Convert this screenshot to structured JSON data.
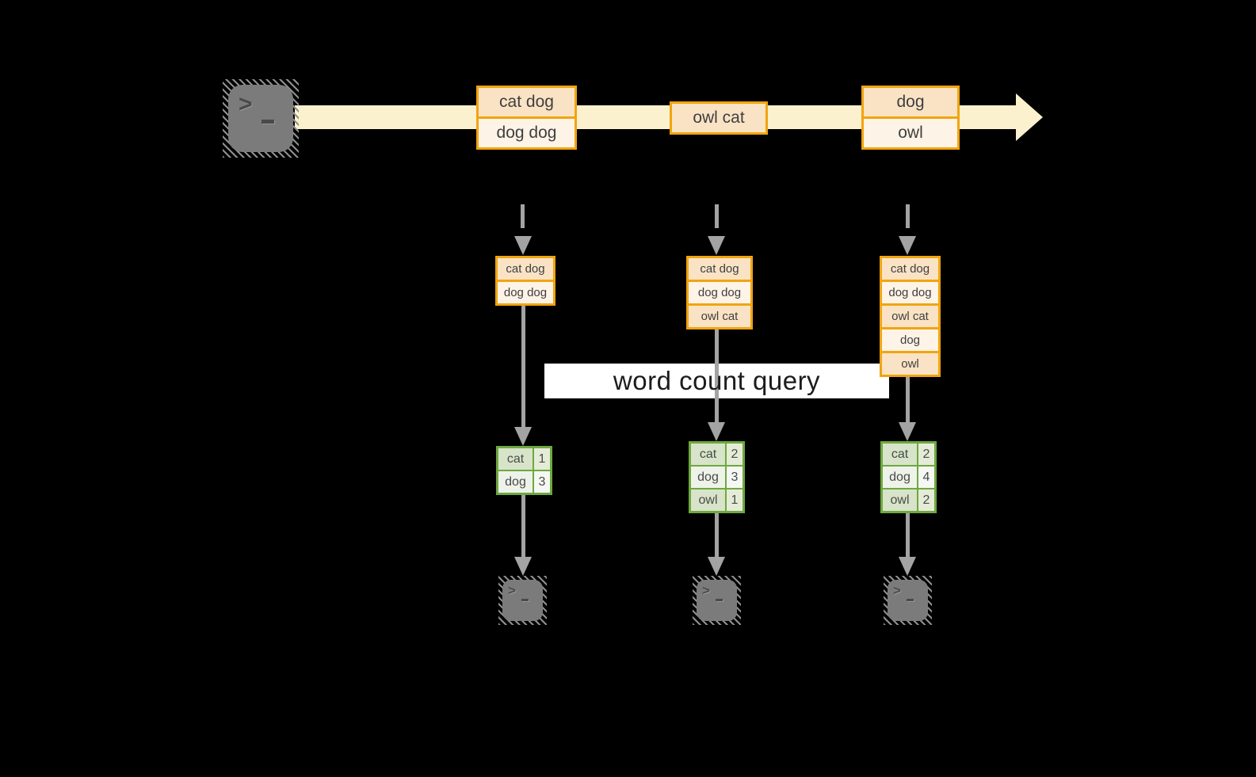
{
  "banner": {
    "label": "word count query"
  },
  "icons": {
    "terminal_prompt": ">"
  },
  "colors": {
    "background": "#000000",
    "stream_band": "#fcf1ce",
    "box_border": "#f1a40e",
    "box_fill_dark": "#fae3c5",
    "box_fill_light": "#fdf3e6",
    "table_border": "#6ea83f",
    "table_fill_dark": "#d8e4c9",
    "table_fill_light": "#eef3ea",
    "arrow_gray": "#a3a3a3",
    "terminal_gray": "#7b7b7b"
  },
  "batches": [
    {
      "rows": [
        "cat dog",
        "dog dog"
      ]
    },
    {
      "rows": [
        "owl cat"
      ]
    },
    {
      "rows": [
        "dog",
        "owl"
      ]
    }
  ],
  "states": [
    {
      "rows": [
        "cat dog",
        "dog dog"
      ]
    },
    {
      "rows": [
        "cat dog",
        "dog dog",
        "owl cat"
      ]
    },
    {
      "rows": [
        "cat dog",
        "dog dog",
        "owl cat",
        "dog",
        "owl"
      ]
    }
  ],
  "tables": [
    {
      "rows": [
        {
          "word": "cat",
          "count": "1"
        },
        {
          "word": "dog",
          "count": "3"
        }
      ]
    },
    {
      "rows": [
        {
          "word": "cat",
          "count": "2"
        },
        {
          "word": "dog",
          "count": "3"
        },
        {
          "word": "owl",
          "count": "1"
        }
      ]
    },
    {
      "rows": [
        {
          "word": "cat",
          "count": "2"
        },
        {
          "word": "dog",
          "count": "4"
        },
        {
          "word": "owl",
          "count": "2"
        }
      ]
    }
  ]
}
